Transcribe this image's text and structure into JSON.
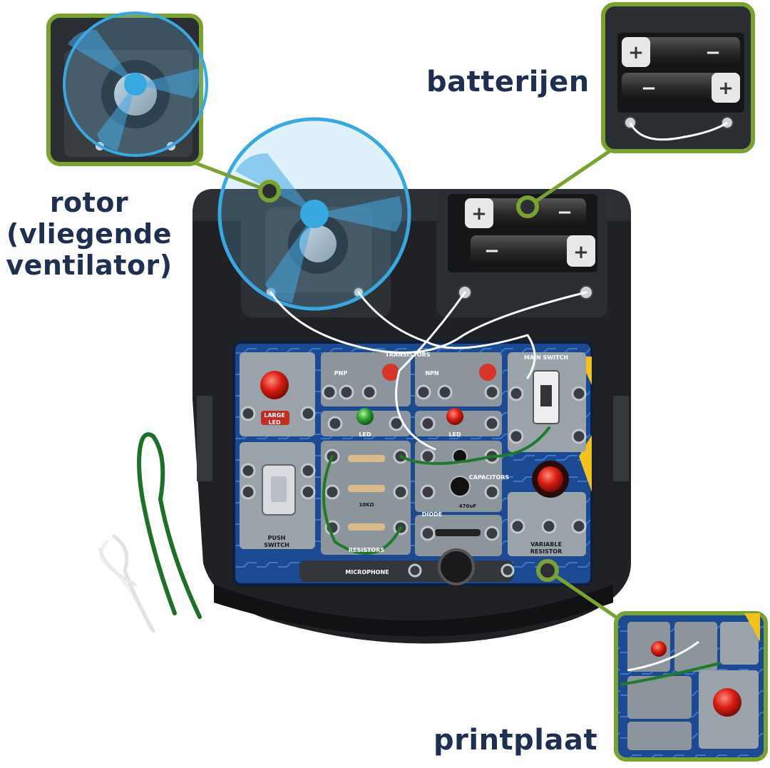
{
  "labels": {
    "batteries": "batterijen",
    "rotor_line1": "rotor",
    "rotor_line2": "(vliegende",
    "rotor_line3": "ventilator)",
    "pcb": "printplaat"
  },
  "board_text": {
    "transistors": "TRANSISTORS",
    "pnp": "PNP",
    "npn": "NPN",
    "main_switch": "MAIN SWITCH",
    "large_led_1": "LARGE",
    "large_led_2": "LED",
    "led": "LED",
    "push_switch_1": "PUSH",
    "push_switch_2": "SWITCH",
    "resistors": "RESISTORS",
    "capacitors": "CAPACITORS",
    "diode": "DIODE",
    "variable_resistor_1": "VARIABLE",
    "variable_resistor_2": "RESISTOR",
    "microphone": "MICROPHONE",
    "res_value": "10KΩ",
    "cap_value": "470uF"
  },
  "colors": {
    "accent_green": "#7aa22e",
    "label_navy": "#1f2f4f",
    "fan_blue": "#38a9e0",
    "board_black": "#1f2124",
    "pcb_blue": "#1f4f9a"
  }
}
